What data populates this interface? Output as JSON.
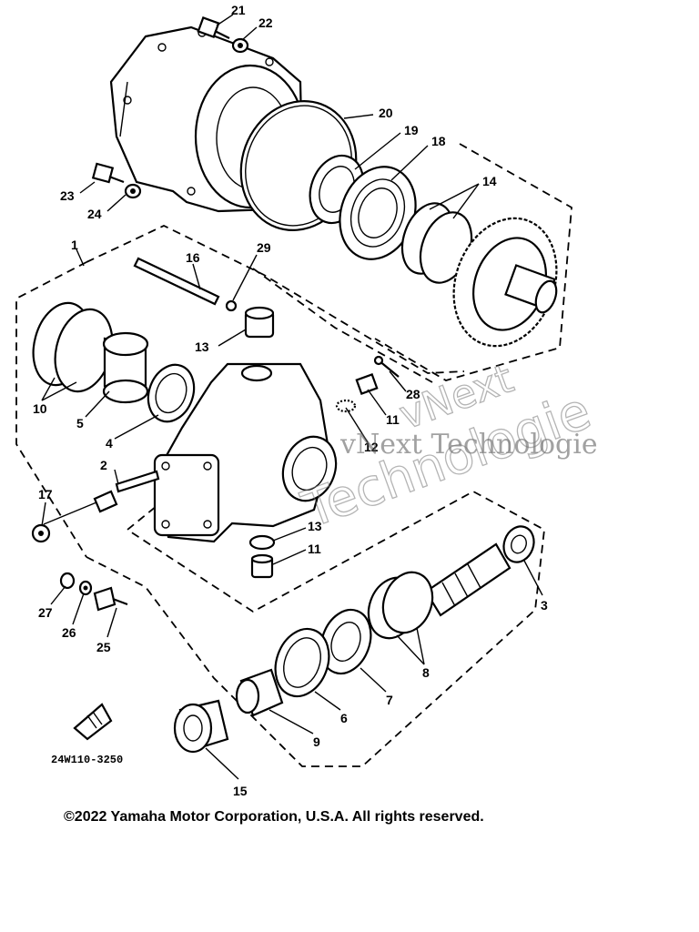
{
  "diagram": {
    "drawing_code": "24W110-3250",
    "copyright": "©2022 Yamaha Motor Corporation, U.S.A. All rights reserved.",
    "watermarks": [
      "vNext Technologie",
      "vNext",
      "Technologie"
    ],
    "callouts": [
      {
        "id": "c21",
        "label": "21"
      },
      {
        "id": "c22",
        "label": "22"
      },
      {
        "id": "c20",
        "label": "20"
      },
      {
        "id": "c19",
        "label": "19"
      },
      {
        "id": "c18",
        "label": "18"
      },
      {
        "id": "c14",
        "label": "14"
      },
      {
        "id": "c23",
        "label": "23"
      },
      {
        "id": "c24",
        "label": "24"
      },
      {
        "id": "c1",
        "label": "1"
      },
      {
        "id": "c16",
        "label": "16"
      },
      {
        "id": "c29",
        "label": "29"
      },
      {
        "id": "c13a",
        "label": "13"
      },
      {
        "id": "c10",
        "label": "10"
      },
      {
        "id": "c5",
        "label": "5"
      },
      {
        "id": "c4",
        "label": "4"
      },
      {
        "id": "c28",
        "label": "28"
      },
      {
        "id": "c11a",
        "label": "11"
      },
      {
        "id": "c12a",
        "label": "12"
      },
      {
        "id": "c2",
        "label": "2"
      },
      {
        "id": "c17",
        "label": "17"
      },
      {
        "id": "c13b",
        "label": "13"
      },
      {
        "id": "c11b",
        "label": "11"
      },
      {
        "id": "c3",
        "label": "3"
      },
      {
        "id": "c27",
        "label": "27"
      },
      {
        "id": "c26",
        "label": "26"
      },
      {
        "id": "c25",
        "label": "25"
      },
      {
        "id": "c8a",
        "label": "8"
      },
      {
        "id": "c7",
        "label": "7"
      },
      {
        "id": "c6",
        "label": "6"
      },
      {
        "id": "c9",
        "label": "9"
      },
      {
        "id": "c15",
        "label": "15"
      }
    ]
  }
}
